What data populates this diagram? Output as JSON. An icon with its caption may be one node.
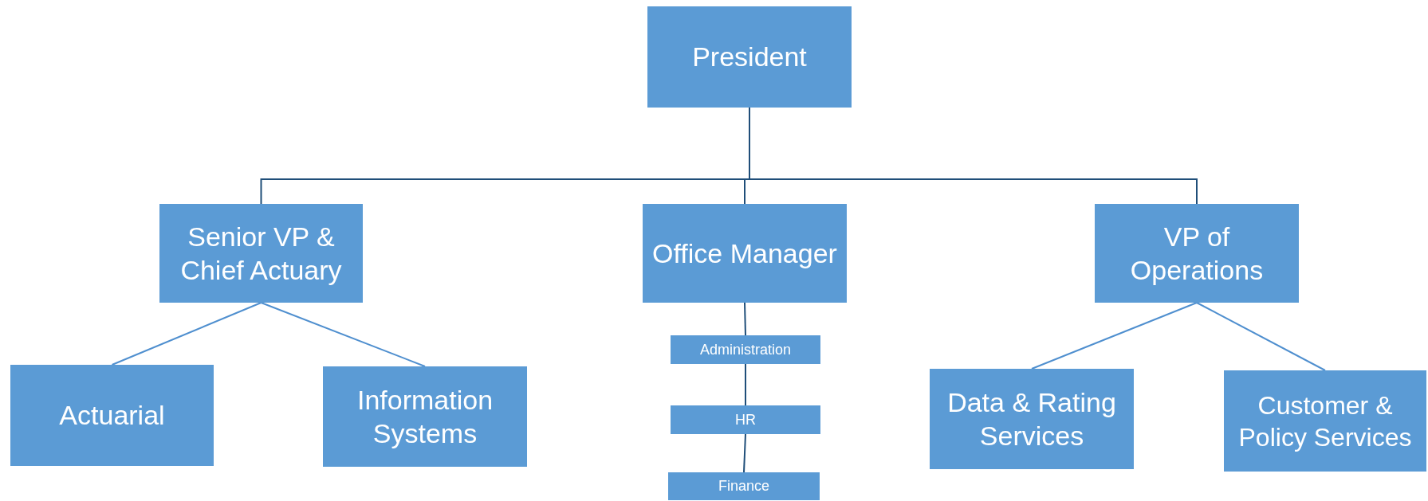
{
  "diagram": {
    "nodes": [
      {
        "text": [
          "President"
        ]
      },
      {
        "text": [
          "Senior VP & Chief Actuary"
        ]
      },
      {
        "text": [
          "Office Manager"
        ]
      },
      {
        "text": [
          "VP of Operations"
        ]
      },
      {
        "text": [
          "Actuarial"
        ]
      },
      {
        "text": [
          "Information Systems"
        ]
      },
      {
        "text": [
          "Administration"
        ]
      },
      {
        "text": [
          "HR"
        ]
      },
      {
        "text": [
          "Finance"
        ]
      },
      {
        "text": [
          "Data & Rating Services"
        ]
      },
      {
        "text": [
          "Customer & Policy Services"
        ]
      }
    ],
    "edges": [
      {
        "from": 0,
        "to": 1,
        "arrow": "none"
      },
      {
        "from": 0,
        "to": 2,
        "arrow": "none"
      },
      {
        "from": 0,
        "to": 3,
        "arrow": "none"
      },
      {
        "from": 1,
        "to": 4,
        "arrow": "none",
        "color": "#4f8fcf"
      },
      {
        "from": 1,
        "to": 5,
        "arrow": "none",
        "color": "#4f8fcf"
      },
      {
        "from": 2,
        "to": 6,
        "arrow": "none"
      },
      {
        "from": 6,
        "to": 7,
        "arrow": "none"
      },
      {
        "from": 7,
        "to": 8,
        "arrow": "none"
      },
      {
        "from": 3,
        "to": 9,
        "arrow": "none",
        "color": "#4f8fcf"
      },
      {
        "from": 3,
        "to": 10,
        "arrow": "none",
        "color": "#4f8fcf"
      }
    ]
  }
}
